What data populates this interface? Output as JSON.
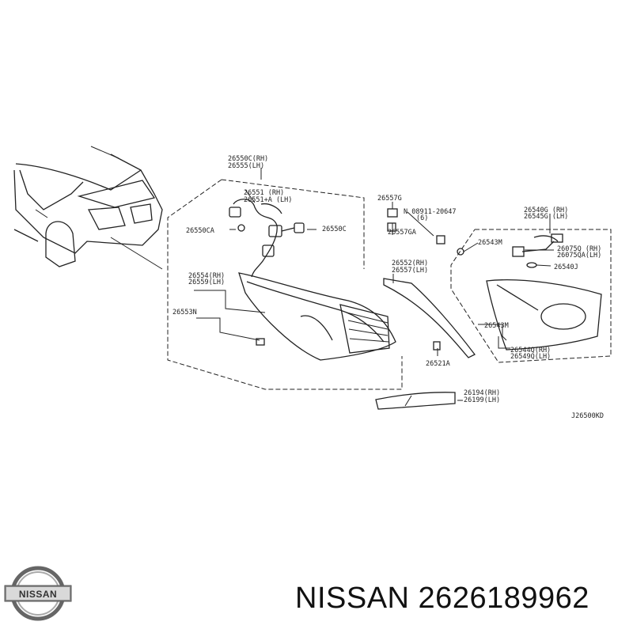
{
  "brand": {
    "logo_text": "NISSAN",
    "part_name": "NISSAN",
    "part_number": "2626189962"
  },
  "diagram": {
    "id": "J26500KD",
    "labels": {
      "l_26550": [
        "26550C(RH)",
        "26555(LH)"
      ],
      "l_26551": [
        "26551 (RH)",
        "26551+A (LH)"
      ],
      "l_26550CA": "26550CA",
      "l_26550C": "26550C",
      "l_26557G": "26557G",
      "l_bolt": [
        "N 08911-20647",
        "(6)"
      ],
      "l_26557GA": "26557GA",
      "l_26554": [
        "26554(RH)",
        "26559(LH)"
      ],
      "l_26553N": "26553N",
      "l_26552": [
        "26552(RH)",
        "26557(LH)"
      ],
      "l_26521A": "26521A",
      "l_26540G": [
        "26540G (RH)",
        "26545G (LH)"
      ],
      "l_26543M_top": "26543M",
      "l_26075": [
        "26075Q (RH)",
        "26075QA(LH)"
      ],
      "l_26540J": "26540J",
      "l_26543M_bot": "26543M",
      "l_26544": [
        "26544Q(RH)",
        "26549Q(LH)"
      ],
      "l_26194": [
        "26194(RH)",
        "26199(LH)"
      ]
    }
  }
}
